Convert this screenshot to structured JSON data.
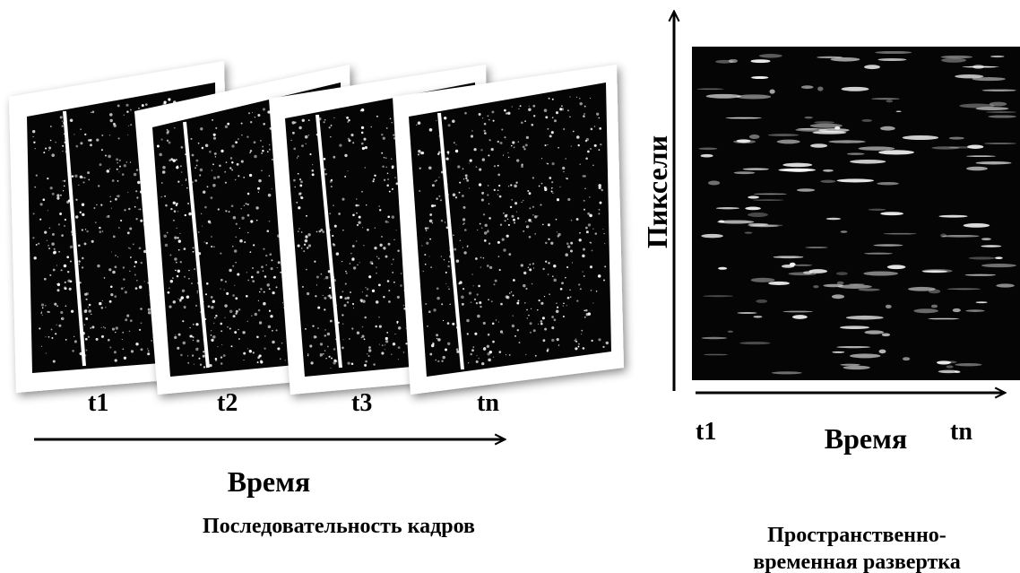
{
  "left_panel": {
    "frames": [
      {
        "label": "t1"
      },
      {
        "label": "t2"
      },
      {
        "label": "t3"
      },
      {
        "label": "tn"
      }
    ],
    "axis_label": "Время",
    "caption": "Последовательность кадров"
  },
  "right_panel": {
    "y_axis_label": "Пиксели",
    "x_start_label": "t1",
    "x_axis_label": "Время",
    "x_end_label": "tn",
    "caption_line1": "Пространственно-",
    "caption_line2": "временная развертка"
  },
  "colors": {
    "background": "#ffffff",
    "frame_image": "#050505",
    "speckle": "#ffffff",
    "frame_border": "#ffffff",
    "text": "#000000"
  }
}
